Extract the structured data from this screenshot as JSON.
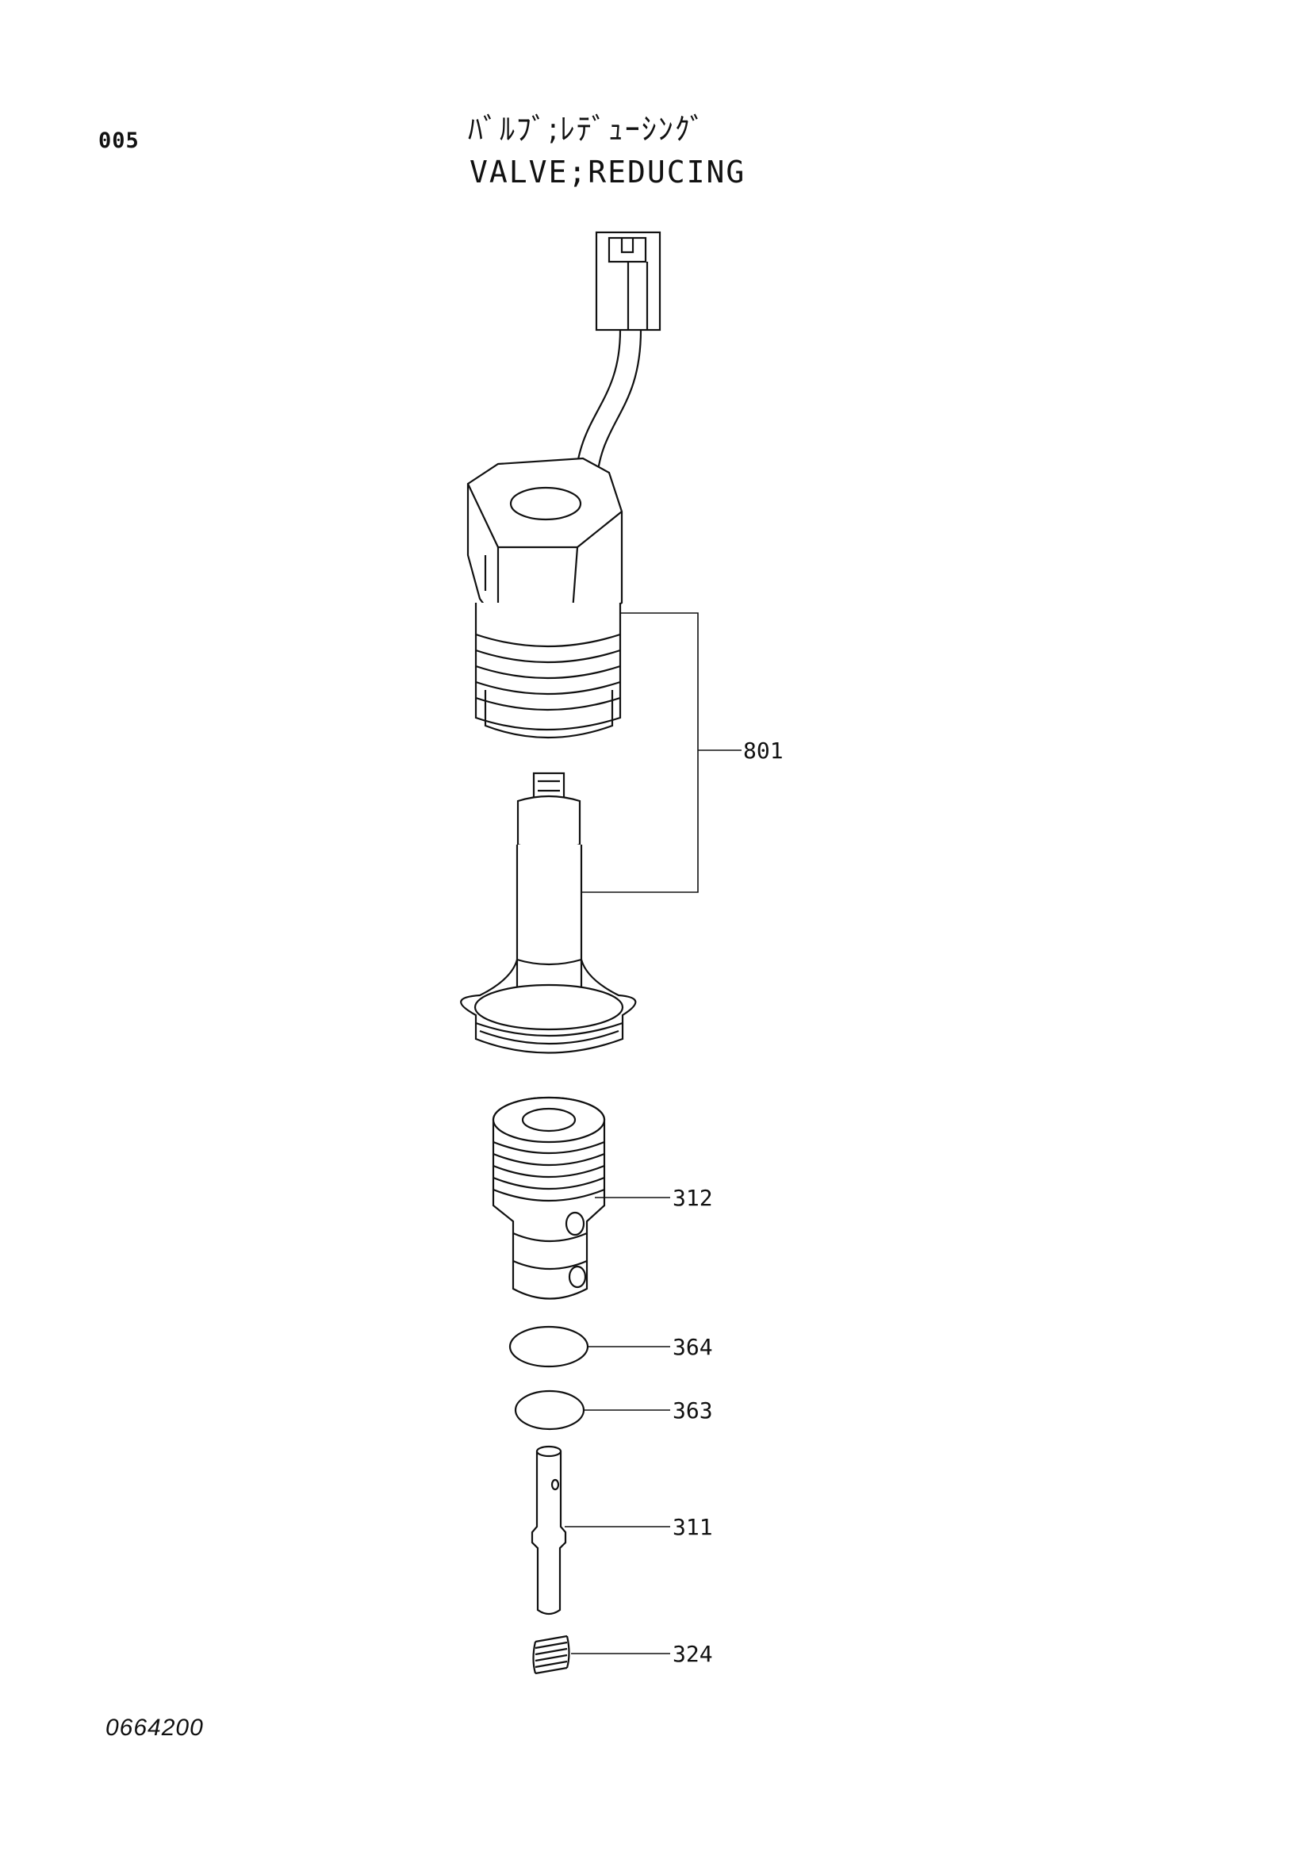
{
  "page_number": "005",
  "title": {
    "japanese": "ﾊﾞﾙﾌﾞ;ﾚﾃﾞｭｰｼﾝｸﾞ",
    "english": "VALVE;REDUCING"
  },
  "parts": [
    {
      "id": "solenoid",
      "label": "801"
    },
    {
      "id": "sleeve",
      "label": "312"
    },
    {
      "id": "o-ring-upper",
      "label": "364"
    },
    {
      "id": "o-ring-lower",
      "label": "363"
    },
    {
      "id": "spool",
      "label": "311"
    },
    {
      "id": "spring",
      "label": "324"
    }
  ],
  "drawing_code": "0664200"
}
